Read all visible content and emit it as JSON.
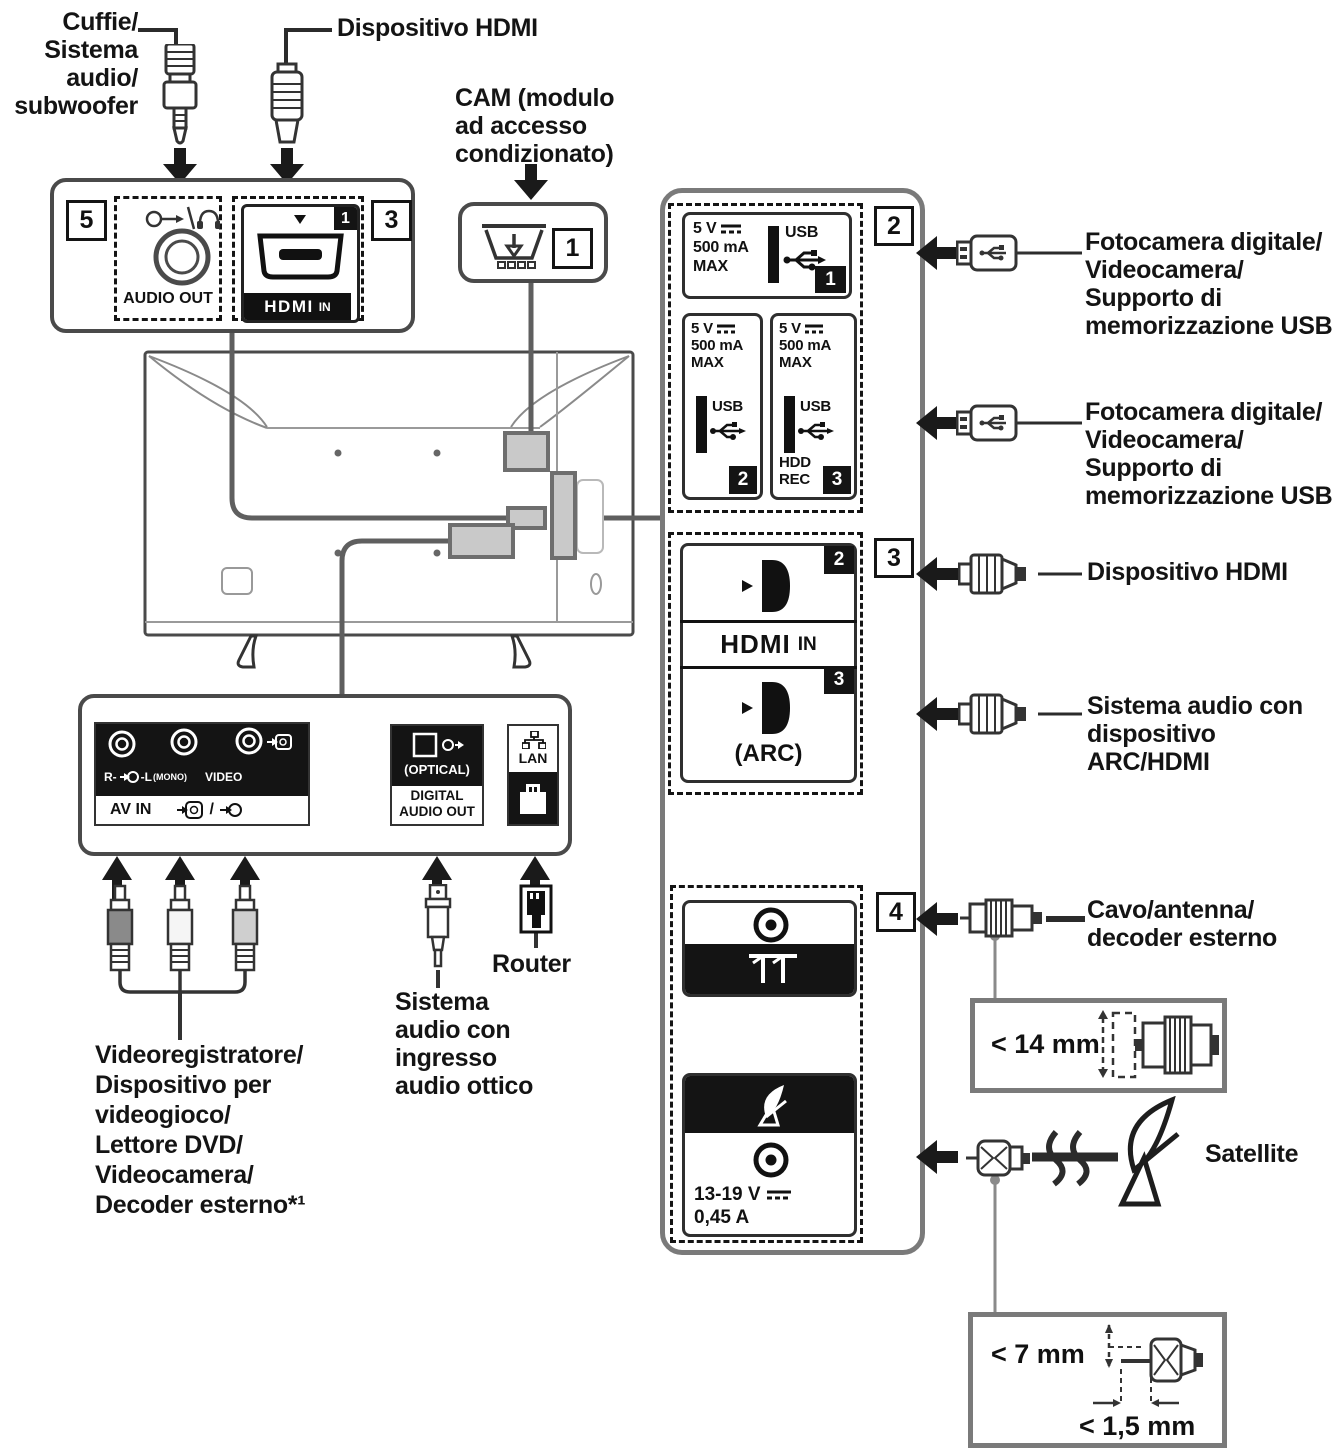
{
  "devices": {
    "headphones": "Cuffie/\nSistema\naudio/\nsubwoofer",
    "hdmi_top": "Dispositivo HDMI",
    "cam": "CAM (modulo\nad accesso\ncondizionato)",
    "usb_row1": "Fotocamera digitale/\nVideocamera/\nSupporto di\nmemorizzazione USB",
    "usb_row2": "Fotocamera digitale/\nVideocamera/\nSupporto di\nmemorizzazione USB",
    "hdmi_right": "Dispositivo HDMI",
    "arc": "Sistema audio con\ndispositivo ARC/HDMI",
    "antenna": "Cavo/antenna/\ndecoder esterno",
    "satellite": "Satellite",
    "av": "Videoregistratore/\nDispositivo per\nvideogioco/\nLettore DVD/\nVideocamera/\nDecoder esterno*¹",
    "optical": "Sistema\naudio con\ningresso\naudio ottico",
    "router": "Router"
  },
  "dimensions": {
    "d14": "< 14 mm",
    "d7": "< 7 mm",
    "d15": "< 1,5 mm"
  },
  "panel5": {
    "num": "5",
    "hdmi_num": "3",
    "audio_out": "AUDIO OUT",
    "hdmi_logo": "HDMI",
    "hdmi_in": "IN",
    "hdmi_badge": "1"
  },
  "cam_panel": {
    "badge": "1"
  },
  "right_panel": {
    "usb_num": "2",
    "hdmi_sec_num": "3",
    "ant_num": "4",
    "usb_ports": [
      {
        "v": "5 V",
        "ma": "500 mA",
        "max": "MAX",
        "usb": "USB",
        "badge": "1"
      },
      {
        "v": "5 V",
        "ma": "500 mA",
        "max": "MAX",
        "usb": "USB",
        "badge": "2"
      },
      {
        "v": "5 V",
        "ma": "500 mA",
        "max": "MAX",
        "usb": "USB",
        "hdd": "HDD\nREC",
        "badge": "3"
      }
    ],
    "hdmi": {
      "badge2": "2",
      "badge3": "3",
      "logo": "HDMI",
      "in": "IN",
      "arc": "(ARC)"
    },
    "sat": {
      "volt": "13-19 V",
      "amp": "0,45 A"
    }
  },
  "bottom_panel": {
    "r": "R-",
    "l": "-L",
    "mono": "(MONO)",
    "video": "VIDEO",
    "av_in": "AV IN",
    "slash": "/",
    "optical": "(OPTICAL)",
    "digital": "DIGITAL\nAUDIO OUT",
    "lan": "LAN"
  }
}
